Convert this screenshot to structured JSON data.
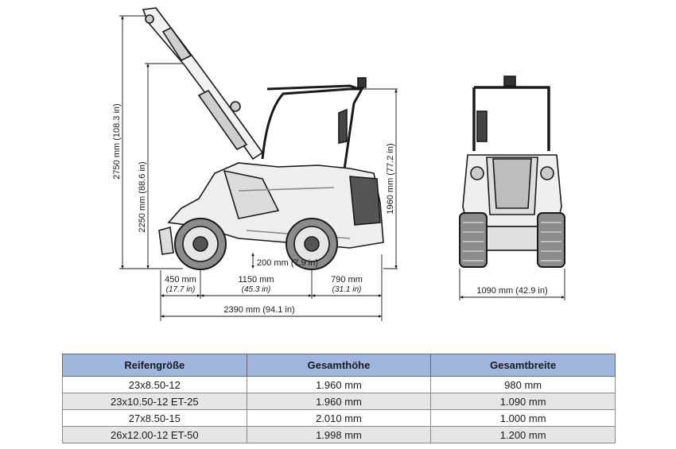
{
  "dimensions": {
    "total_height": "2750 mm (108.3 in)",
    "boom_height": "2250 mm (88.6 in)",
    "cab_height": "1960 mm (77.2 in)",
    "ground_clearance": "200 mm (7.9 in)",
    "front_overhang": "450 mm",
    "front_overhang_in": "(17.7 in)",
    "wheelbase": "1150 mm",
    "wheelbase_in": "(45.3 in)",
    "rear_overhang": "790 mm",
    "rear_overhang_in": "(31.1 in)",
    "total_length": "2390 mm (94.1 in)",
    "total_width": "1090 mm (42.9 in)"
  },
  "table": {
    "headers": [
      "Reifengröße",
      "Gesamthöhe",
      "Gesamtbreite"
    ],
    "rows": [
      [
        "23x8.50-12",
        "1.960 mm",
        "980 mm"
      ],
      [
        "23x10.50-12 ET-25",
        "1.960 mm",
        "1.090 mm"
      ],
      [
        "27x8.50-15",
        "2.010 mm",
        "1.000 mm"
      ],
      [
        "26x12.00-12 ET-50",
        "1.998 mm",
        "1.200 mm"
      ]
    ]
  },
  "colors": {
    "header_bg": "#9fb6de",
    "row_alt_bg": "#e6e6e6",
    "line": "#1a1a1a"
  }
}
